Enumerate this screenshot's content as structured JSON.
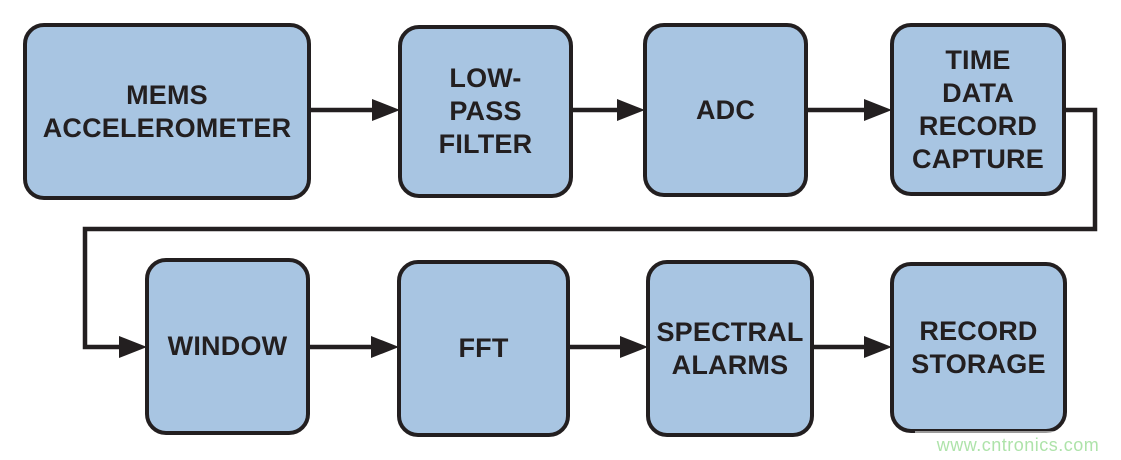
{
  "diagram": {
    "type": "flow-block-diagram",
    "nodes": [
      {
        "id": "mems-accelerometer",
        "label": "MEMS\nACCELEROMETER"
      },
      {
        "id": "low-pass-filter",
        "label": "LOW-\nPASS\nFILTER"
      },
      {
        "id": "adc",
        "label": "ADC"
      },
      {
        "id": "time-data-record-capture",
        "label": "TIME\nDATA\nRECORD\nCAPTURE"
      },
      {
        "id": "window",
        "label": "WINDOW"
      },
      {
        "id": "fft",
        "label": "FFT"
      },
      {
        "id": "spectral-alarms",
        "label": "SPECTRAL\nALARMS"
      },
      {
        "id": "record-storage",
        "label": "RECORD\nSTORAGE"
      }
    ],
    "edges": [
      {
        "from": "mems-accelerometer",
        "to": "low-pass-filter"
      },
      {
        "from": "low-pass-filter",
        "to": "adc"
      },
      {
        "from": "adc",
        "to": "time-data-record-capture"
      },
      {
        "from": "time-data-record-capture",
        "to": "window"
      },
      {
        "from": "window",
        "to": "fft"
      },
      {
        "from": "fft",
        "to": "spectral-alarms"
      },
      {
        "from": "spectral-alarms",
        "to": "record-storage"
      }
    ],
    "colors": {
      "node_fill": "#a8c5e2",
      "node_border": "#231f20",
      "arrow": "#231f20",
      "text": "#231f20",
      "watermark_text": "#aee3aa"
    }
  },
  "watermark": {
    "text": "www.cntronics.com"
  }
}
